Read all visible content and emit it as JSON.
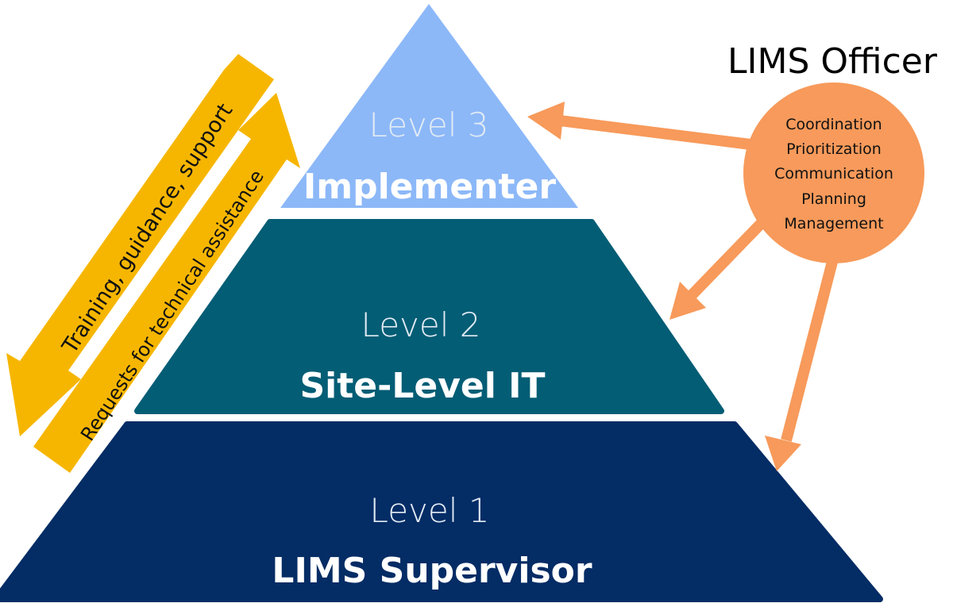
{
  "colors": {
    "level3": "#8cb8f8",
    "level2": "#035d75",
    "level1": "#042c65",
    "level_number_text": "#e2ebf4",
    "level_name_text": "#ffffff",
    "gold_arrow": "#f6b600",
    "officer_circle": "#f79a5b",
    "officer_arrow": "#f79a5b"
  },
  "pyramid": {
    "levels": [
      {
        "number": "Level 3",
        "name": "Implementer"
      },
      {
        "number": "Level 2",
        "name": "Site-Level IT"
      },
      {
        "number": "Level 1",
        "name": "LIMS Supervisor"
      }
    ]
  },
  "side_arrows": {
    "downward": {
      "label": "Training, guidance, support",
      "icon": "arrow-down-left-icon"
    },
    "upward": {
      "label": "Requests for technical assistance",
      "icon": "arrow-up-right-icon"
    }
  },
  "officer": {
    "title": "LIMS Officer",
    "duties": [
      "Coordination",
      "Prioritization",
      "Communication",
      "Planning",
      "Management"
    ]
  }
}
